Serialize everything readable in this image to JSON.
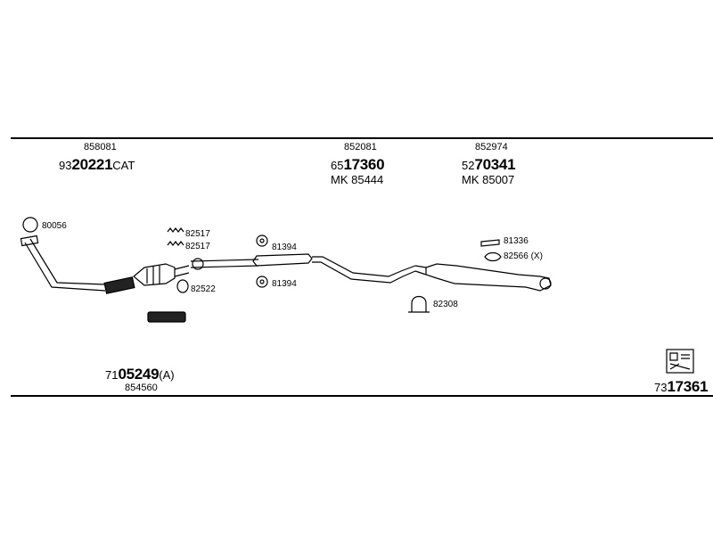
{
  "header_left": {
    "part": "858081",
    "code_prefix": "93",
    "code_bold": "20221",
    "code_suffix": "CAT"
  },
  "header_mid": {
    "part": "852081",
    "code_prefix": "65",
    "code_bold": "17360",
    "mk": "MK  85444"
  },
  "header_right": {
    "part": "852974",
    "code_prefix": "52",
    "code_bold": "70341",
    "mk": "MK  85007"
  },
  "parts": {
    "seal": "80056",
    "clamp_a": "82517",
    "clamp_b": "82517",
    "gasket": "82522",
    "hanger_top": "81394",
    "hanger_bottom": "81394",
    "bracket_top": "81336",
    "bracket_bottom": "82566 (X)",
    "clamp_rear": "82308"
  },
  "footer_left": {
    "code_prefix": "71",
    "code_bold": "05249",
    "code_suffix": "(A)",
    "part": "854560"
  },
  "footer_right": {
    "code_prefix": "73",
    "code_bold": "17361"
  }
}
